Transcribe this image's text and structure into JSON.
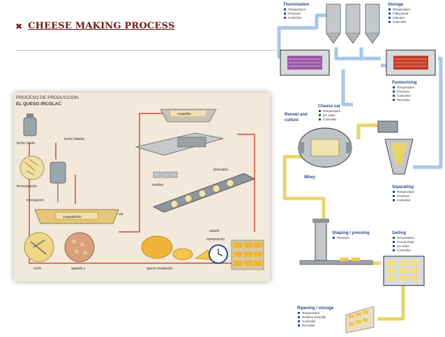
{
  "slide": {
    "bullet": "✖",
    "title": "CHEESE MAKING PROCESS"
  },
  "left_diagram": {
    "heading": [
      "PROCESO DE PRODUCCION",
      "EL QUESO IRCOLAC"
    ],
    "labels": {
      "leche_cruda": "leche cruda",
      "leche_tratada": "leche tratada",
      "fermentacion": "fermentación",
      "inoculacion": "inoculación",
      "coagulacion": "coagulación",
      "corte": "corte",
      "agitado": "agitado y",
      "cuajadas": "cuajadas",
      "moldes": "moldes",
      "sal": "sal",
      "salado": "salado",
      "prensado": "prensado",
      "maduracion": "maduración",
      "queso_madurado": "queso madurado"
    }
  },
  "flow": {
    "colors": {
      "pipe_blue": "#a9c6e6",
      "pipe_yellow": "#e8d56a",
      "frame": "#4a4a4a"
    },
    "thermization": {
      "title": "Thermization",
      "items": [
        "Temperature",
        "Pressure",
        "Controller"
      ]
    },
    "storage": {
      "title": "Storage",
      "items": [
        "Temperature",
        "Filling level",
        "Indicator",
        "Controller"
      ]
    },
    "pasteurizing": {
      "title": "Pasteurizing",
      "items": [
        "Temperature",
        "Pressure",
        "Controller",
        "Recorder"
      ]
    },
    "cheese_vat": {
      "title": "Cheese vat",
      "items": [
        "Temperature",
        "pH value",
        "Controller"
      ]
    },
    "rennet": {
      "line1": "Rennet and",
      "line2": "culture"
    },
    "whey": "Whey",
    "separating": {
      "title": "Separating",
      "items": [
        "Temperature",
        "Pressure",
        "Controller"
      ]
    },
    "shaping": {
      "title": "Shaping / pressing",
      "items": [
        "Pressure"
      ]
    },
    "salting": {
      "title": "Salting",
      "items": [
        "Temperature",
        "Conductivity",
        "pH value",
        "Controller"
      ]
    },
    "ripening": {
      "title": "Ripening / storage",
      "items": [
        "Temperature",
        "Relative humidity",
        "Controller",
        "Recorder"
      ]
    }
  }
}
